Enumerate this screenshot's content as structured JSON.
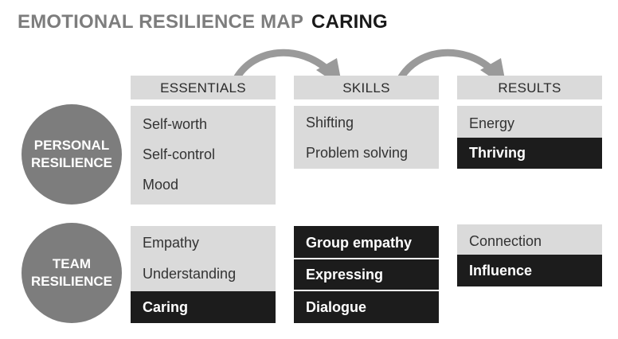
{
  "title": {
    "main": "EMOTIONAL RESILIENCE MAP",
    "accent": "CARING"
  },
  "columns": [
    "ESSENTIALS",
    "SKILLS",
    "RESULTS"
  ],
  "rows": [
    {
      "label_line1": "PERSONAL",
      "label_line2": "RESILIENCE",
      "essentials": [
        {
          "text": "Self-worth",
          "style": "light"
        },
        {
          "text": "Self-control",
          "style": "light"
        },
        {
          "text": "Mood",
          "style": "light"
        }
      ],
      "skills": [
        {
          "text": "Shifting",
          "style": "light"
        },
        {
          "text": "Problem solving",
          "style": "light"
        }
      ],
      "results": [
        {
          "text": "Energy",
          "style": "light"
        },
        {
          "text": "Thriving",
          "style": "dark"
        }
      ]
    },
    {
      "label_line1": "TEAM",
      "label_line2": "RESILIENCE",
      "essentials": [
        {
          "text": "Empathy",
          "style": "light"
        },
        {
          "text": "Understanding",
          "style": "light"
        },
        {
          "text": "Caring",
          "style": "dark"
        }
      ],
      "skills": [
        {
          "text": "Group empathy",
          "style": "dark"
        },
        {
          "text": "Expressing",
          "style": "dark"
        },
        {
          "text": "Dialogue",
          "style": "dark"
        }
      ],
      "results": [
        {
          "text": "Connection",
          "style": "light"
        },
        {
          "text": "Influence",
          "style": "dark"
        }
      ]
    }
  ],
  "colors": {
    "light_fill": "#dadada",
    "dark_fill": "#1c1c1c",
    "circle_fill": "#7d7d7d",
    "arrow": "#9a9a9a",
    "title_gray": "#7d7d7d"
  },
  "icons": {
    "flow_arrow": "curved-arrow-icon"
  }
}
